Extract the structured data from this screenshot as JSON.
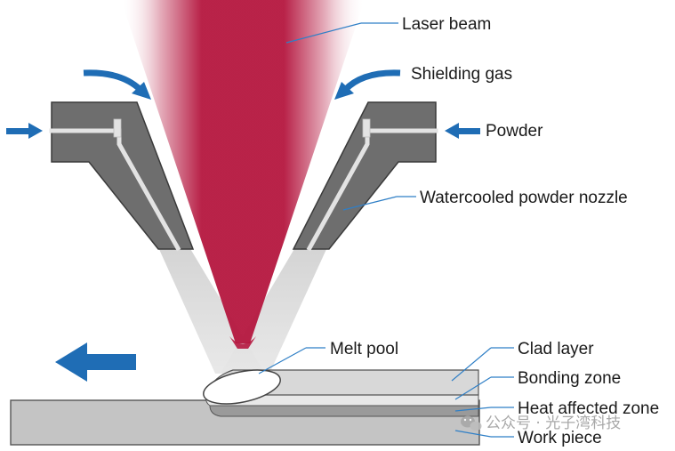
{
  "labels": {
    "laser_beam": "Laser beam",
    "shielding_gas": "Shielding gas",
    "powder": "Powder",
    "nozzle": "Watercooled powder nozzle",
    "melt_pool": "Melt pool",
    "clad_layer": "Clad layer",
    "bonding_zone": "Bonding zone",
    "heat_affected_zone": "Heat affected zone",
    "work_piece": "Work piece"
  },
  "watermark": {
    "text": "公众号 · 光子湾科技",
    "icon": "wechat-icon"
  },
  "colors": {
    "laser": "#b5173f",
    "arrow_blue": "#1f6db5",
    "leader_blue": "#2f7fc6",
    "nozzle_gray": "#6e6e6e",
    "powder_stream": "#d9d9d9",
    "workpiece_gray": "#c4c4c4",
    "clad_gray": "#d8d8d8"
  },
  "icons": {
    "shielding_gas_arrows": "curved-arrow-icon",
    "powder_arrows": "arrow-icon",
    "travel_direction": "arrow-left-icon"
  }
}
